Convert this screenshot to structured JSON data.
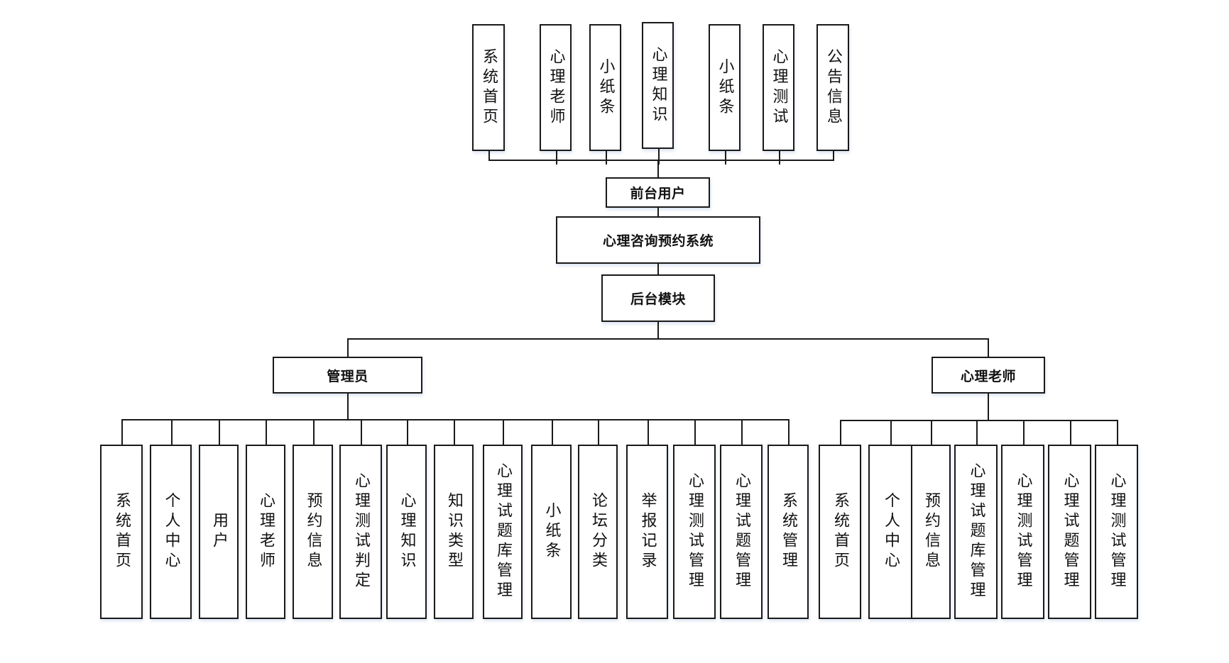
{
  "title": "心理咨询预约系统",
  "frontend": {
    "label": "前台用户",
    "modules": [
      "系统首页",
      "心理老师",
      "小纸条",
      "心理知识",
      "小纸条",
      "心理测试",
      "公告信息"
    ]
  },
  "root": {
    "label": "心理咨询预约系统"
  },
  "backend": {
    "label": "后台模块"
  },
  "admin": {
    "label": "管理员",
    "modules": [
      "系统首页",
      "个人中心",
      "用户",
      "心理老师",
      "预约信息",
      "心理测试判定",
      "心理知识",
      "知识类型",
      "心理试题库管理",
      "小纸条",
      "论坛分类",
      "举报记录",
      "心理测试管理",
      "心理试题管理",
      "系统管理"
    ]
  },
  "teacher": {
    "label": "心理老师",
    "modules": [
      "系统首页",
      "个人中心",
      "预约信息",
      "心理试题库管理",
      "心理测试管理",
      "心理试题管理",
      "心理测试管理"
    ]
  }
}
